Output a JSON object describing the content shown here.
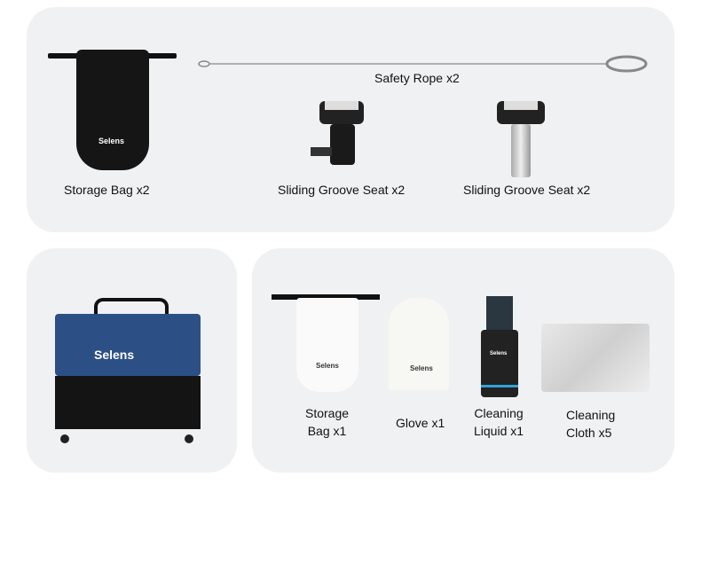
{
  "top_panel": {
    "storage_bag_black": {
      "label": "Storage Bag x2",
      "logo": "Selens"
    },
    "safety_rope": {
      "label": "Safety Rope x2"
    },
    "groove_seat_1": {
      "label": "Sliding Groove Seat x2"
    },
    "groove_seat_2": {
      "label": "Sliding Groove Seat x2"
    }
  },
  "case_panel": {
    "logo": "Selens"
  },
  "accessories_panel": {
    "storage_bag_white": {
      "label_line1": "Storage",
      "label_line2": "Bag x1",
      "logo": "Selens"
    },
    "glove": {
      "label": "Glove x1",
      "logo": "Selens"
    },
    "cleaning_liquid": {
      "label_line1": "Cleaning",
      "label_line2": "Liquid x1",
      "logo": "Selens"
    },
    "cleaning_cloth": {
      "label_line1": "Cleaning",
      "label_line2": "Cloth x5"
    }
  },
  "colors": {
    "panel_bg": "#f0f1f3",
    "case_blue": "#2c4f86",
    "liquid_accent": "#2fa3d8"
  }
}
